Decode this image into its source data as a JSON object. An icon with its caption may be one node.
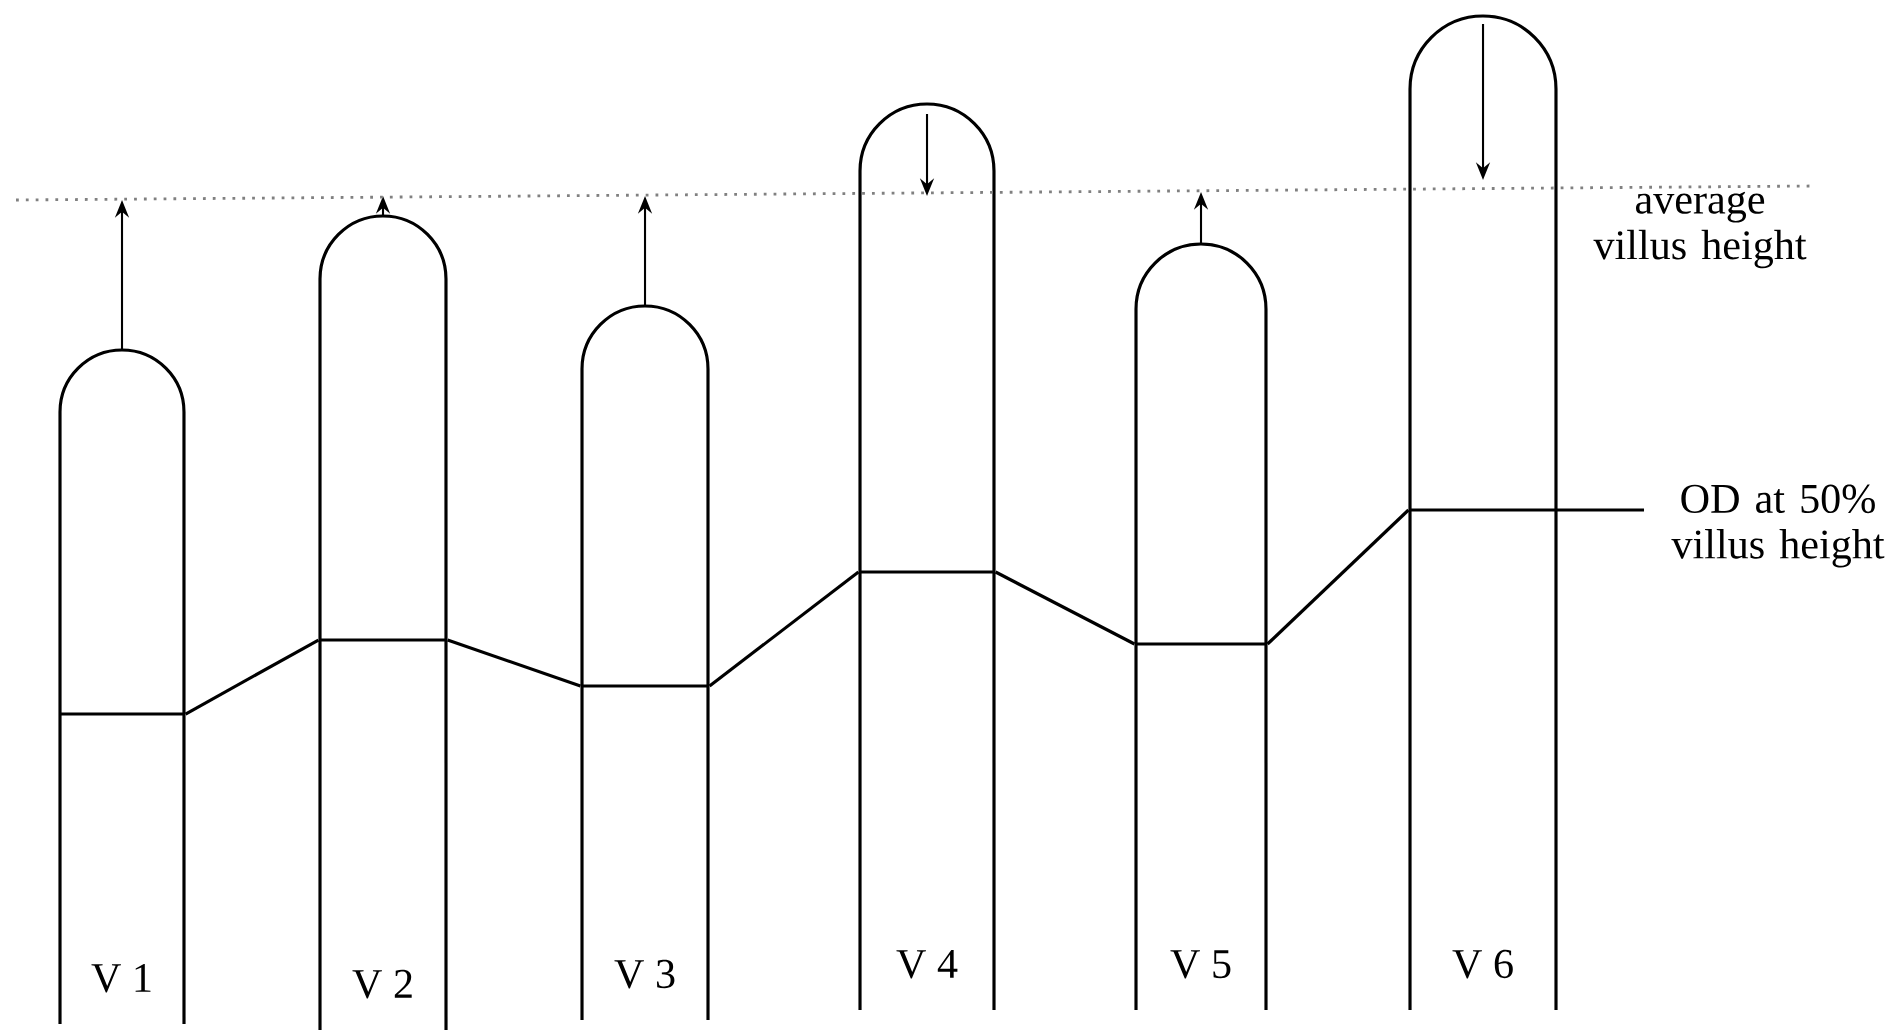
{
  "diagram": {
    "nodes": [
      {
        "text": [
          "V 1"
        ]
      },
      {
        "text": [
          "V 2"
        ]
      },
      {
        "text": [
          "V 3"
        ]
      },
      {
        "text": [
          "V 4"
        ]
      },
      {
        "text": [
          "V 5"
        ]
      },
      {
        "text": [
          "V 6"
        ]
      }
    ],
    "edges": [
      {
        "from": 0,
        "to": 1,
        "arrow": "none"
      },
      {
        "from": 1,
        "to": 2,
        "arrow": "none"
      },
      {
        "from": 2,
        "to": 3,
        "arrow": "none"
      },
      {
        "from": 3,
        "to": 4,
        "arrow": "none"
      },
      {
        "from": 4,
        "to": 5,
        "arrow": "none"
      }
    ],
    "labels": [
      "average villus height",
      "OD at 50% villus height"
    ]
  }
}
